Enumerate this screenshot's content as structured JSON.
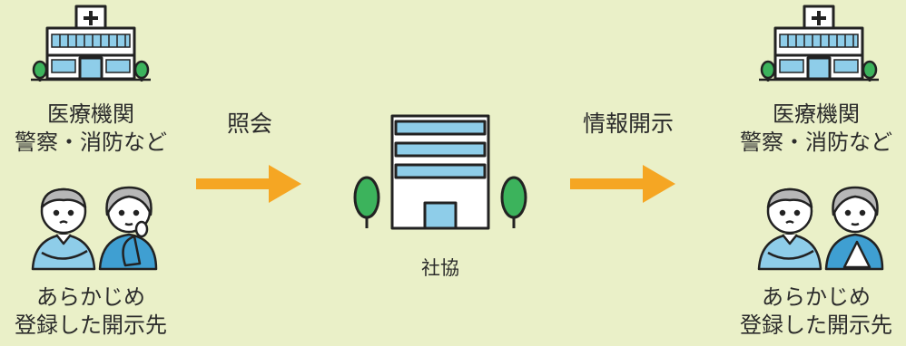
{
  "left_panel": {
    "institutions_line1": "医療機関",
    "institutions_line2": "警察・消防など",
    "people_line1": "あらかじめ",
    "people_line2": "登録した開示先"
  },
  "arrow_left_label": "照会",
  "center": {
    "label": "社協"
  },
  "arrow_right_label": "情報開示",
  "right_panel": {
    "institutions_line1": "医療機関",
    "institutions_line2": "警察・消防など",
    "people_line1": "あらかじめ",
    "people_line2": "登録した開示先"
  },
  "colors": {
    "background": "#eaf0c8",
    "arrow": "#f5a623",
    "building_blue": "#8ecde9",
    "tree_green": "#3cb35c",
    "outline": "#222222",
    "person_blue": "#3f9fd2",
    "skin": "#ffffff",
    "hair_gray": "#b7b7b7"
  },
  "icons": [
    "hospital-icon",
    "couple-icon",
    "office-building-icon",
    "tree-icon",
    "arrow-right-icon"
  ]
}
